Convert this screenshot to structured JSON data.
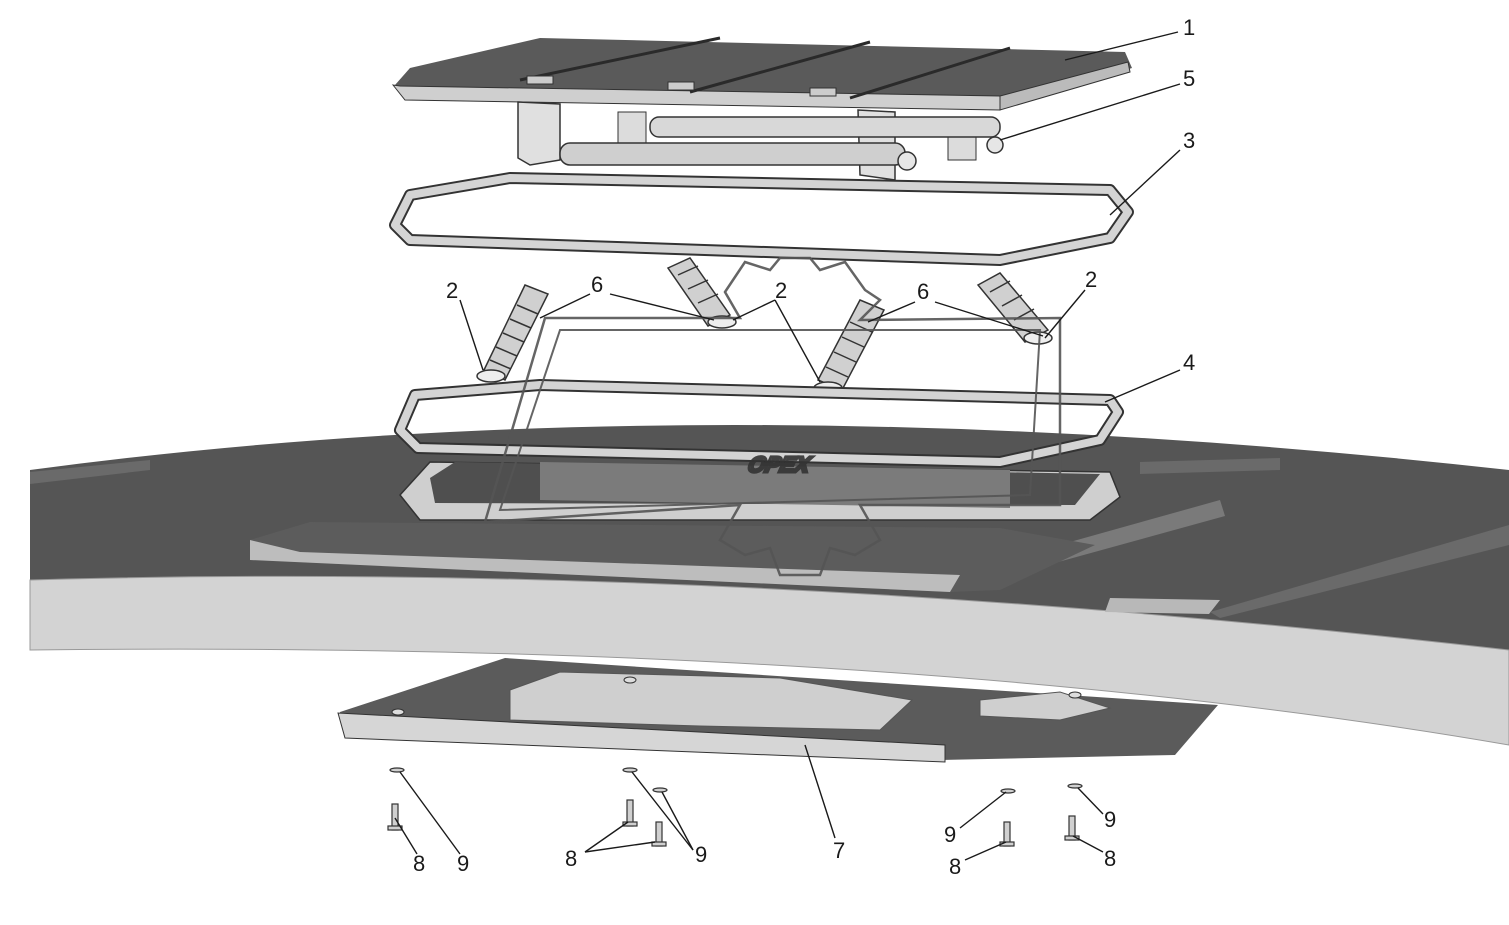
{
  "diagram": {
    "callouts": [
      {
        "id": "c1",
        "label": "1"
      },
      {
        "id": "c5",
        "label": "5"
      },
      {
        "id": "c3",
        "label": "3"
      },
      {
        "id": "c2a",
        "label": "2"
      },
      {
        "id": "c6a",
        "label": "6"
      },
      {
        "id": "c2b",
        "label": "2"
      },
      {
        "id": "c6b",
        "label": "6"
      },
      {
        "id": "c2c",
        "label": "2"
      },
      {
        "id": "c4",
        "label": "4"
      },
      {
        "id": "c7",
        "label": "7"
      },
      {
        "id": "c8a",
        "label": "8"
      },
      {
        "id": "c9a",
        "label": "9"
      },
      {
        "id": "c8b",
        "label": "8"
      },
      {
        "id": "c9b",
        "label": "9"
      },
      {
        "id": "c9c",
        "label": "9"
      },
      {
        "id": "c8c",
        "label": "8"
      },
      {
        "id": "c9d",
        "label": "9"
      },
      {
        "id": "c8d",
        "label": "8"
      }
    ]
  },
  "watermark": {
    "text": "OPEX"
  },
  "colors": {
    "roof": "#555555",
    "roof_light": "#cfcfcf",
    "part_dark": "#5a5a5a",
    "part_light": "#d9d9d9",
    "line": "#1a1a1a"
  }
}
